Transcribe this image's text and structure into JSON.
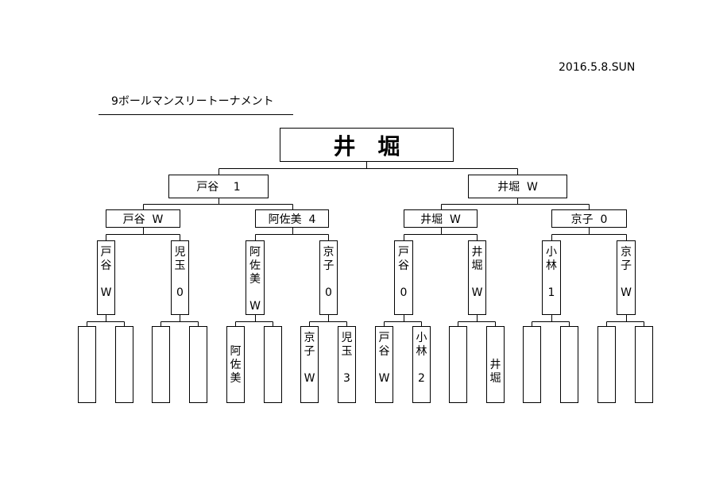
{
  "header": {
    "date": "2016.5.8.SUN",
    "title": "9ボールマンスリートーナメント"
  },
  "champion": "井　堀",
  "semifinal": [
    {
      "label": "戸谷　 1"
    },
    {
      "label": "井堀  W"
    }
  ],
  "quarterfinal": [
    {
      "label": "戸谷  W"
    },
    {
      "label": "阿佐美  4"
    },
    {
      "label": "井堀  W"
    },
    {
      "label": "京子  0"
    }
  ],
  "round2": [
    {
      "text": "戸\n谷\n\nW"
    },
    {
      "text": "児\n玉\n\n0"
    },
    {
      "text": "阿\n佐\n美\n\nW"
    },
    {
      "text": "京\n子\n\n0"
    },
    {
      "text": "戸\n谷\n\n0"
    },
    {
      "text": "井\n堀\n\nW"
    },
    {
      "text": "小\n林\n\n1"
    },
    {
      "text": "京\n子\n\nW"
    }
  ],
  "round1": [
    {
      "text": ""
    },
    {
      "text": ""
    },
    {
      "text": ""
    },
    {
      "text": ""
    },
    {
      "text": "\n阿\n佐\n美"
    },
    {
      "text": ""
    },
    {
      "text": "京\n子\n\nW"
    },
    {
      "text": "児\n玉\n\n3"
    },
    {
      "text": "戸\n谷\n\nW"
    },
    {
      "text": "小\n林\n\n2"
    },
    {
      "text": ""
    },
    {
      "text": "\n\n井\n堀"
    },
    {
      "text": ""
    },
    {
      "text": ""
    },
    {
      "text": ""
    },
    {
      "text": ""
    }
  ]
}
